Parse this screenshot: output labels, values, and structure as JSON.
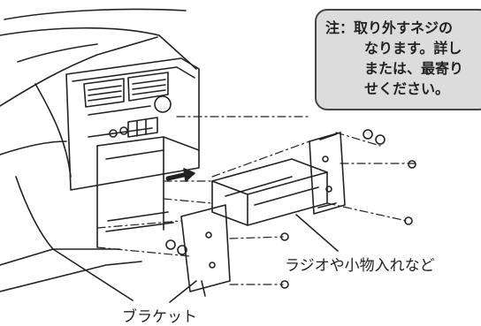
{
  "note": {
    "lines": [
      "注：取り外すネジの",
      "なります。詳し",
      "または、最寄り",
      "せください。"
    ]
  },
  "labels": {
    "radio_box": "ラジオや小物入れなど",
    "bracket": "ブラケット"
  }
}
